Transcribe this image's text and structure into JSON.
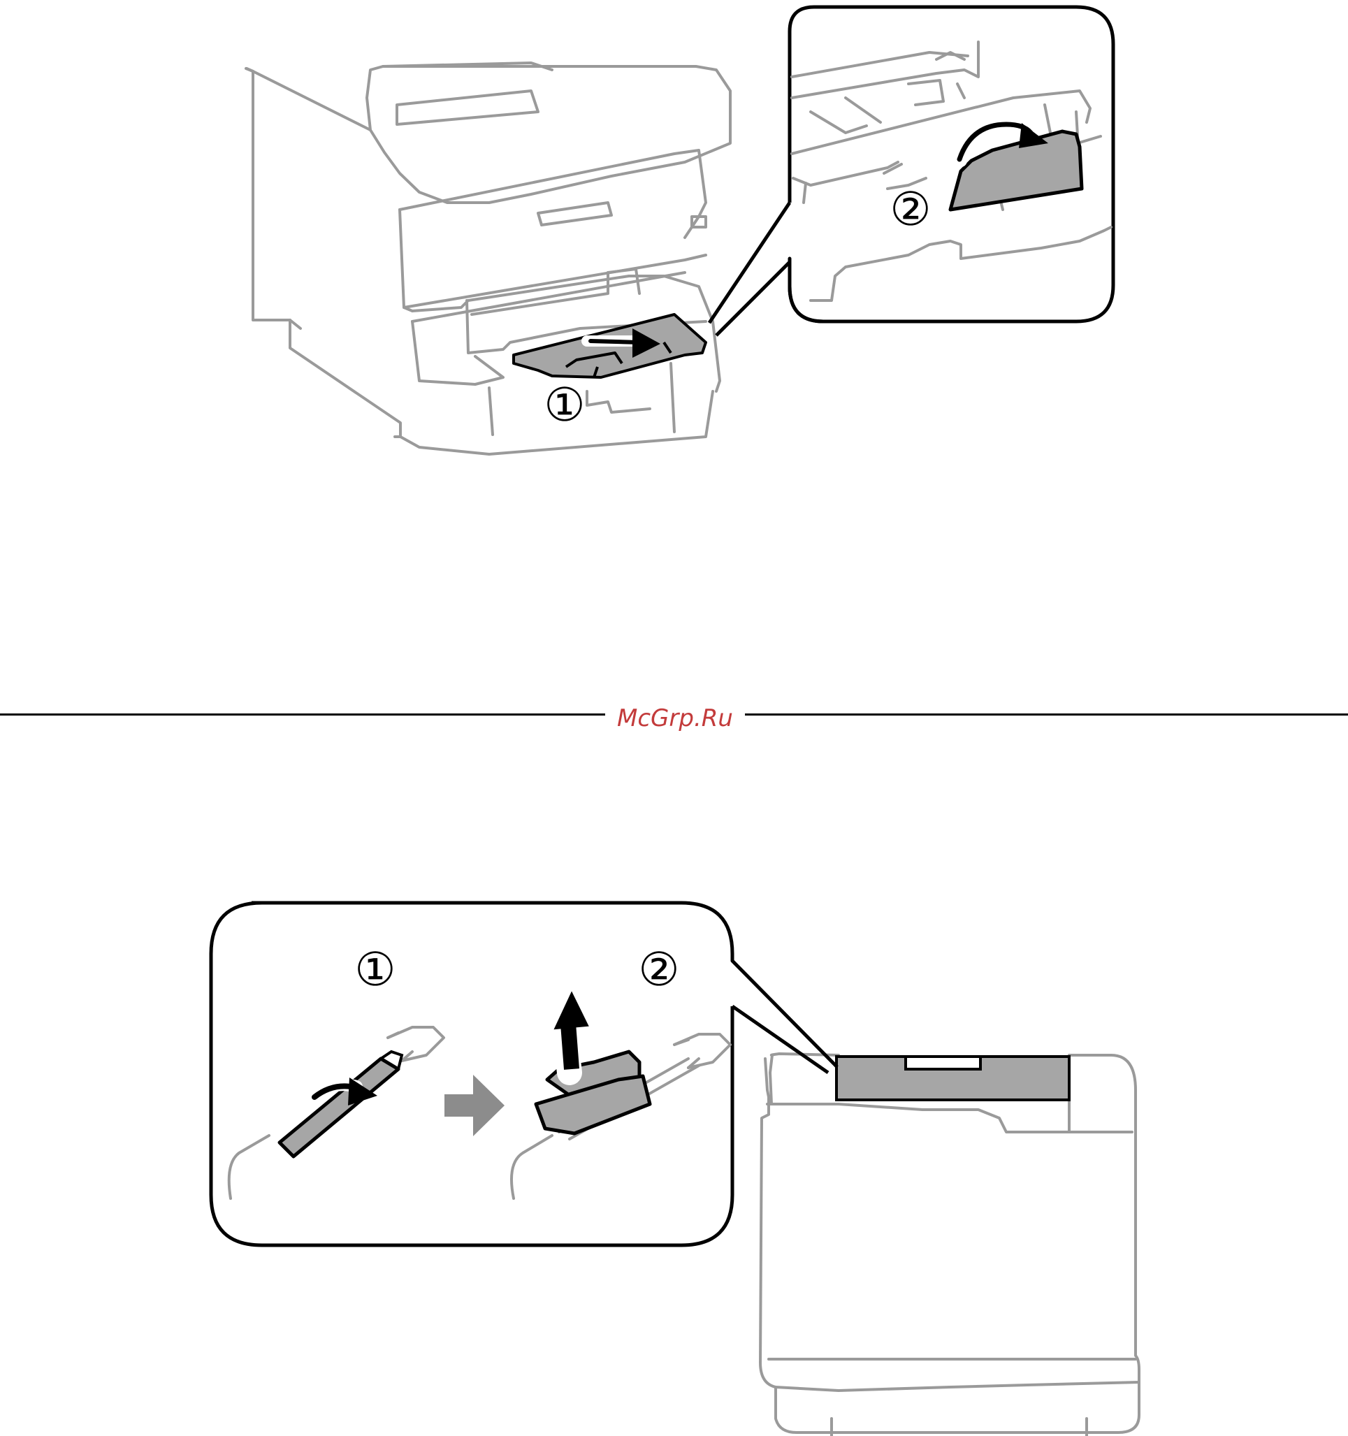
{
  "figure_top": {
    "step_labels": [
      "①",
      "②"
    ]
  },
  "figure_bottom": {
    "step_labels": [
      "①",
      "②"
    ]
  },
  "watermark": {
    "text": "McGrp.Ru"
  },
  "colors": {
    "outline": "#9a9a9a",
    "ink": "#000000",
    "part_fill": "#a6a6a6",
    "arrow_gray": "#8c8c8c",
    "watermark": "#c33b3b"
  }
}
